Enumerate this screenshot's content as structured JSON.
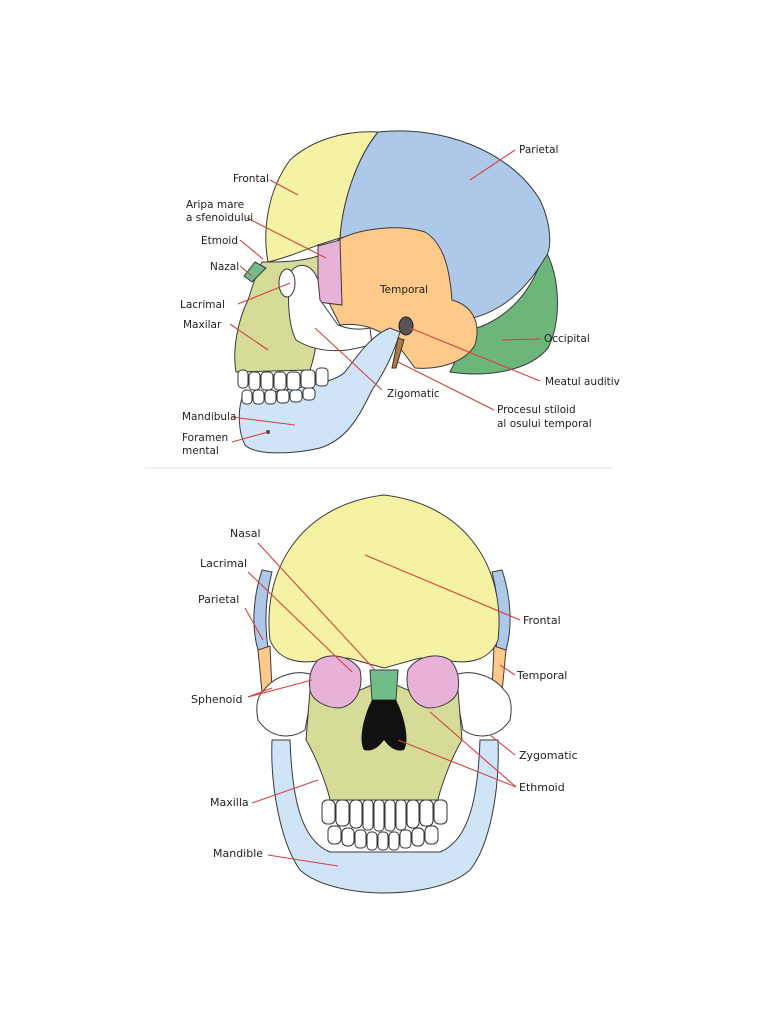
{
  "colors": {
    "frontal": "#f6f2a4",
    "parietal": "#aec8ea",
    "occipital": "#6db67a",
    "temporal": "#ffc98a",
    "sphenoid": "#e8b2d8",
    "maxilla": "#d6dc98",
    "mandible": "#cfe4f6",
    "zygomatic": "#ffffff",
    "ethmoid": "#70bc8a",
    "leader": "#d9403f"
  },
  "lateral_view": {
    "labels": {
      "parietal": "Parietal",
      "frontal": "Frontal",
      "aripa_line1": "Aripa mare",
      "aripa_line2": "a sfenoidului",
      "etmoid": "Etmoid",
      "nazal": "Nazal",
      "lacrimal": "Lacrimal",
      "maxilar": "Maxilar",
      "temporal": "Temporal",
      "occipital": "Occipital",
      "meatul": "Meatul auditiv",
      "zigomatic": "Zigomatic",
      "procesul_line1": "Procesul stiloid",
      "procesul_line2": "al osului temporal",
      "mandibula": "Mandibula",
      "foramen_line1": "Foramen",
      "foramen_line2": "mental"
    }
  },
  "frontal_view": {
    "labels": {
      "nasal": "Nasal",
      "lacrimal": "Lacrimal",
      "parietal": "Parietal",
      "frontal": "Frontal",
      "temporal": "Temporal",
      "sphenoid": "Sphenoid",
      "zygomatic": "Zygomatic",
      "ethmoid": "Ethmoid",
      "maxilla": "Maxilla",
      "mandible": "Mandible"
    }
  }
}
